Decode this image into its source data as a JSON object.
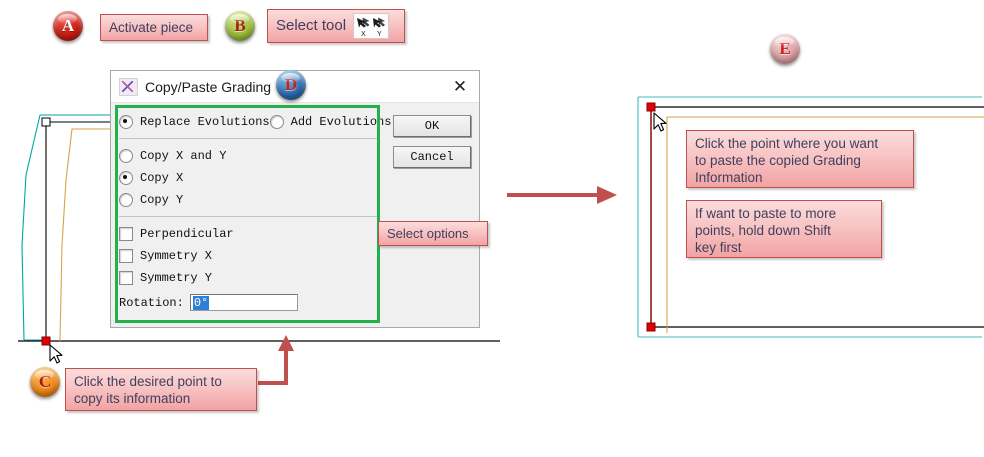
{
  "steps": [
    {
      "key": "A",
      "color": "#cc1d13",
      "label_text": "Activate piece"
    },
    {
      "key": "B",
      "color": "#9dbf3c",
      "label_text": "Select tool"
    },
    {
      "key": "C",
      "color": "#f08a1a",
      "label_text": "Click the desired point to copy its information"
    },
    {
      "key": "D",
      "color": "#2f6fb4",
      "label_text": "Copy/Paste Grading"
    },
    {
      "key": "E",
      "color": "#dda0a6",
      "label_text": ""
    }
  ],
  "badges": {
    "a": "A",
    "b": "B",
    "c": "C",
    "d": "D",
    "e": "E"
  },
  "callouts": {
    "activate_piece": {
      "line1": "Activate piece"
    },
    "select_tool": {
      "line1": "Select tool",
      "icon_x_label": "X",
      "icon_y_label": "Y"
    },
    "select_options": {
      "line1": "Select options"
    },
    "copy_point": {
      "line1": "Click the desired point to",
      "line2": "copy its information"
    },
    "paste_point": {
      "line1": "Click the point where you want",
      "line2": "to paste the copied Grading",
      "line3": "Information"
    },
    "shift_hint": {
      "line1": "If want to paste to more",
      "line2": "points, hold down Shift",
      "line3": "key first"
    }
  },
  "dialog": {
    "title": "Copy/Paste Grading",
    "icon": "app-icon",
    "close_label": "✕",
    "mode_options": [
      {
        "label": "Replace Evolutions",
        "selected": true
      },
      {
        "label": "Add Evolutions",
        "selected": false
      }
    ],
    "axis_options": [
      {
        "label": "Copy X and Y",
        "selected": false
      },
      {
        "label": "Copy X",
        "selected": true
      },
      {
        "label": "Copy Y",
        "selected": false
      }
    ],
    "checkboxes": [
      {
        "label": "Perpendicular",
        "checked": false
      },
      {
        "label": "Symmetry X",
        "checked": false
      },
      {
        "label": "Symmetry Y",
        "checked": false
      }
    ],
    "rotation": {
      "label": "Rotation:",
      "value": "0°"
    },
    "buttons": {
      "ok": "OK",
      "cancel": "Cancel"
    },
    "highlight_color": "#22b14c"
  },
  "colors": {
    "callout_fill": "#f8c4c4",
    "callout_border": "#c0504d",
    "arrow": "#c0504d",
    "pattern_black": "#000000",
    "pattern_teal": "#00a6a6",
    "pattern_tan": "#d6a24a",
    "pattern_darkred": "#8c1b1b",
    "point_marker": "#e00000",
    "highlight_green": "#22b14c",
    "selection_blue": "#2f7fd8"
  },
  "drawings": {
    "left_panel_name": "source-pattern-piece",
    "right_panel_name": "target-pattern-piece"
  }
}
